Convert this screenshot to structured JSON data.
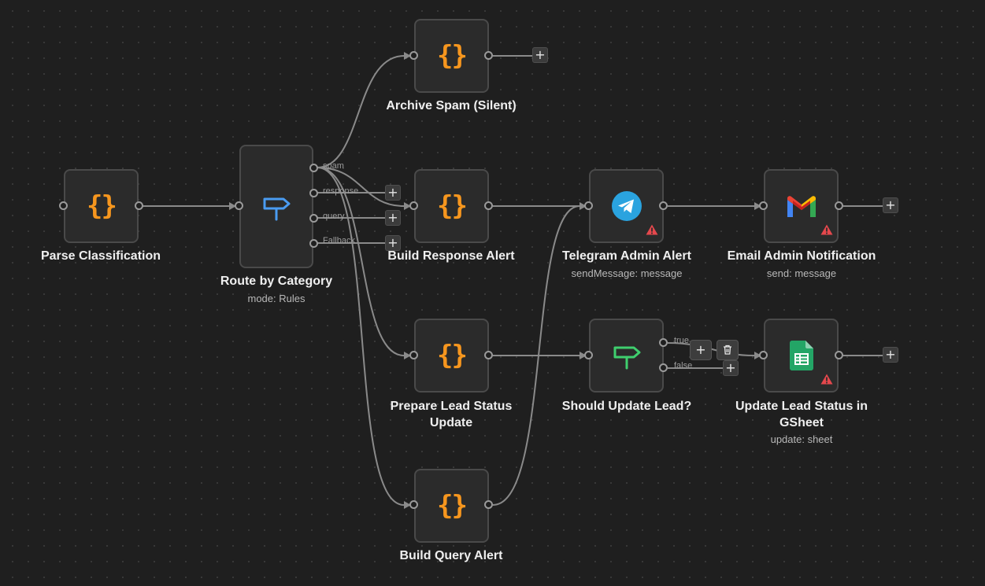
{
  "nodes": {
    "parse_classification": {
      "title": "Parse Classification",
      "icon": "braces-icon"
    },
    "route_by_category": {
      "title": "Route by Category",
      "subtitle": "mode: Rules",
      "icon": "signpost-icon",
      "outputs": [
        "spam",
        "response",
        "query",
        "Fallback"
      ]
    },
    "archive_spam": {
      "title": "Archive Spam (Silent)",
      "icon": "braces-icon"
    },
    "build_response_alert": {
      "title": "Build Response Alert",
      "icon": "braces-icon"
    },
    "telegram_admin_alert": {
      "title": "Telegram Admin Alert",
      "subtitle": "sendMessage: message",
      "icon": "telegram-icon",
      "warning": true
    },
    "email_admin_notification": {
      "title": "Email Admin Notification",
      "subtitle": "send: message",
      "icon": "gmail-icon",
      "warning": true
    },
    "prepare_lead_status_update": {
      "title": "Prepare Lead Status Update",
      "icon": "braces-icon"
    },
    "should_update_lead": {
      "title": "Should Update Lead?",
      "icon": "signpost-icon",
      "outputs": [
        "true",
        "false"
      ]
    },
    "update_lead_status_gsheet": {
      "title": "Update Lead Status in GSheet",
      "subtitle": "update: sheet",
      "icon": "google-sheets-icon",
      "warning": true
    },
    "build_query_alert": {
      "title": "Build Query Alert",
      "icon": "braces-icon"
    }
  },
  "colors": {
    "code_orange": "#f6961e",
    "switch_blue": "#4a9cf2",
    "if_green": "#3fcf6e",
    "warning_red": "#e5484d"
  },
  "glyphs": {
    "plus": "+",
    "braces": "{}"
  }
}
